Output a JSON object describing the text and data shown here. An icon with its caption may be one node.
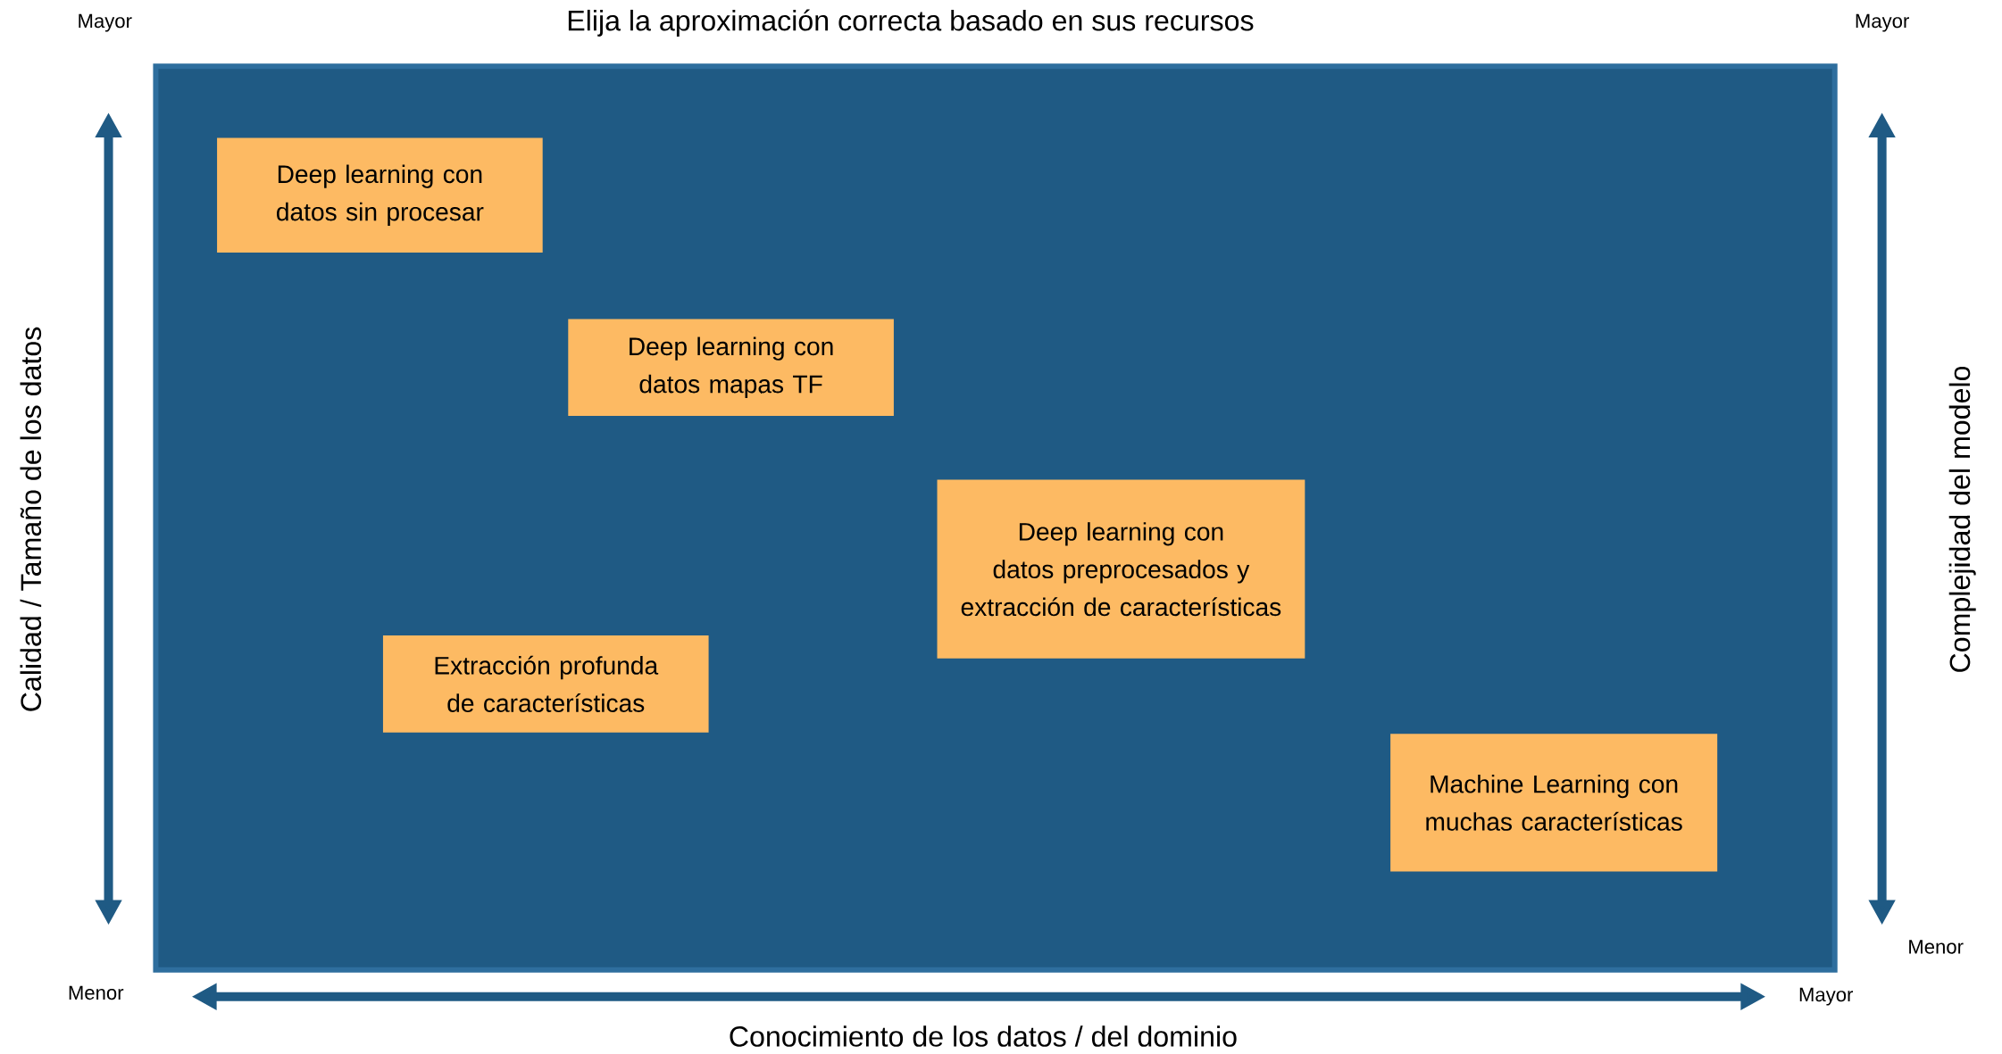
{
  "diagram": {
    "title": "Elija la aproximación correcta basado en sus recursos",
    "nodes": [
      {
        "text": [
          "Deep learning con datos sin procesar"
        ]
      },
      {
        "text": [
          "Deep learning con datos mapas TF"
        ]
      },
      {
        "text": [
          "Deep learning con datos preprocesados y extracción de características"
        ]
      },
      {
        "text": [
          "Extracción profunda de características"
        ]
      },
      {
        "text": [
          "Machine Learning con muchas características"
        ]
      }
    ],
    "labels": [
      "Mayor",
      "Mayor",
      "Calidad / Tamaño de los datos",
      "Complejidad del modelo",
      "Menor",
      "Menor",
      "Mayor",
      "Conocimiento de los datos / del dominio"
    ]
  }
}
